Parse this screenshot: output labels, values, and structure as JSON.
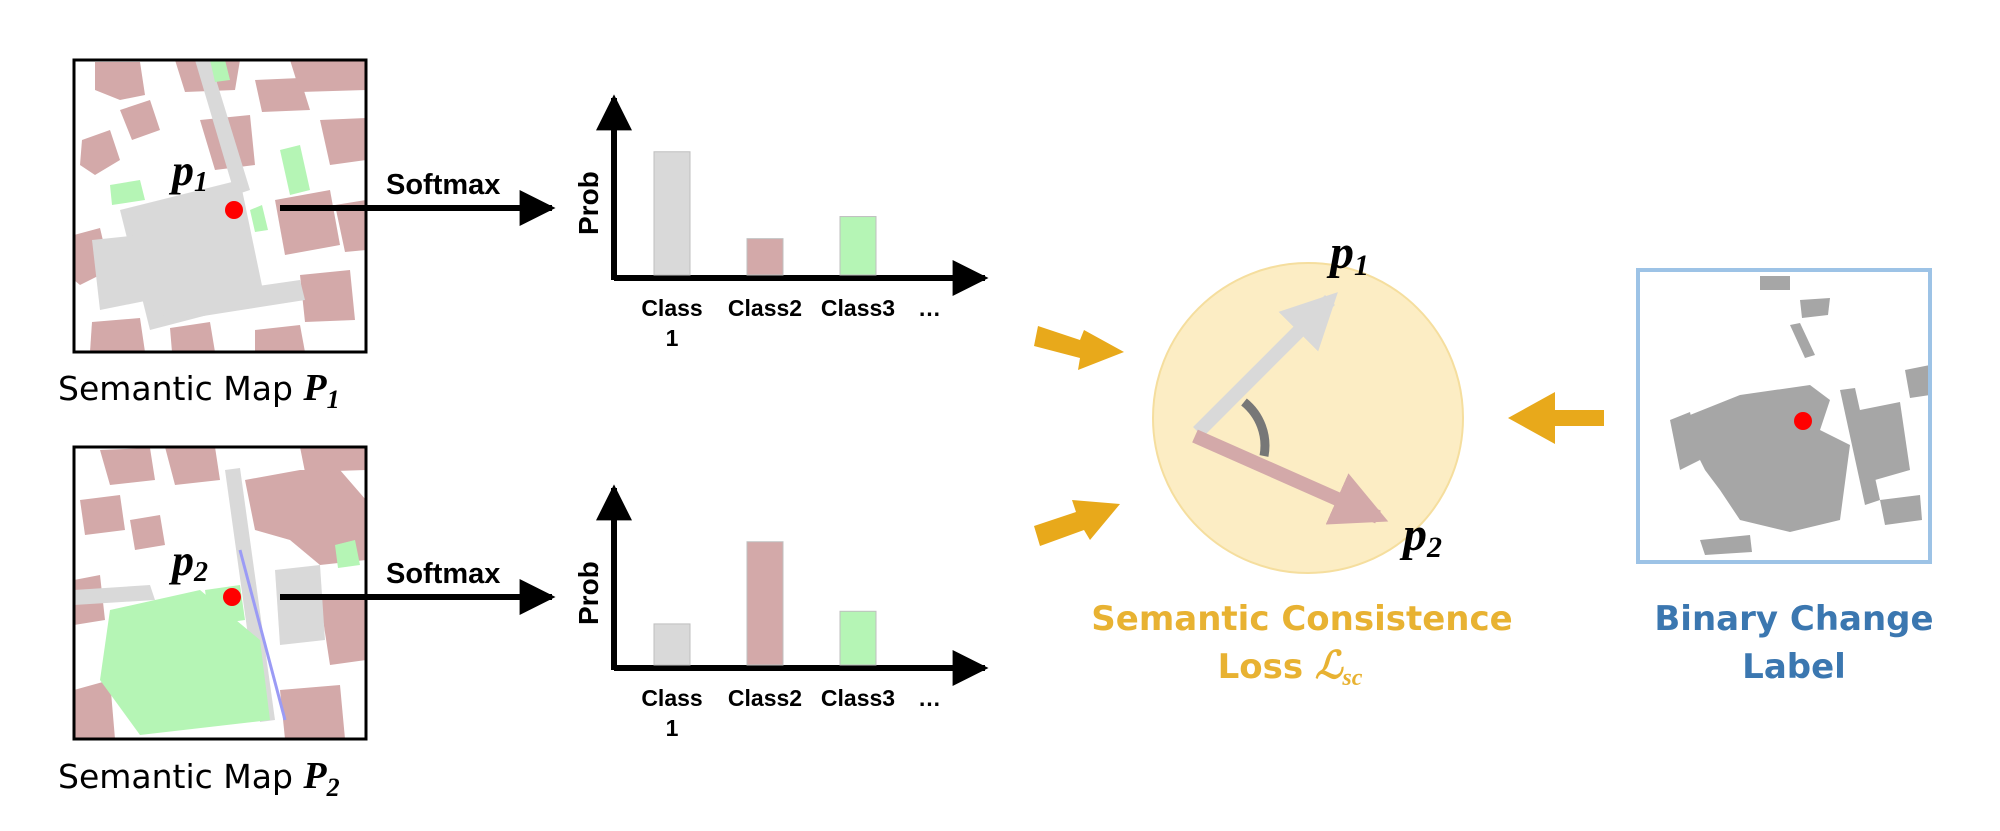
{
  "semantic_map_1": {
    "caption_prefix": "Semantic Map",
    "symbol": "P",
    "subscript": "1",
    "point_symbol": "p",
    "point_subscript": "1"
  },
  "semantic_map_2": {
    "caption_prefix": "Semantic Map",
    "symbol": "P",
    "subscript": "2",
    "point_symbol": "p",
    "point_subscript": "2"
  },
  "arrows": {
    "softmax_1": "Softmax",
    "softmax_2": "Softmax"
  },
  "chart_data": [
    {
      "type": "bar",
      "categories": [
        "Class 1",
        "Class2",
        "Class3"
      ],
      "ellipsis": "…",
      "values": [
        0.78,
        0.23,
        0.37
      ],
      "colors": [
        "#D9D9D9",
        "#D3A9A9",
        "#B5F5B5"
      ],
      "ylabel": "Prob",
      "xlabel": "",
      "ylim": [
        0,
        1
      ]
    },
    {
      "type": "bar",
      "categories": [
        "Class 1",
        "Class2",
        "Class3"
      ],
      "ellipsis": "…",
      "values": [
        0.26,
        0.78,
        0.34
      ],
      "colors": [
        "#D9D9D9",
        "#D3A9A9",
        "#B5F5B5"
      ],
      "ylabel": "Prob",
      "xlabel": "",
      "ylim": [
        0,
        1
      ]
    }
  ],
  "consistency": {
    "vector_1": {
      "symbol": "p",
      "subscript": "1",
      "color": "#D9D9D9"
    },
    "vector_2": {
      "symbol": "p",
      "subscript": "2",
      "color": "#D3A9A9"
    },
    "title_line1": "Semantic Consistence",
    "title_line2": "Loss",
    "loss_symbol": "ℒ",
    "loss_subscript": "sc",
    "circle_color": "#FCEDC4",
    "accent": "#E8A91B"
  },
  "binary_label": {
    "title_line1": "Binary Change",
    "title_line2": "Label",
    "border_color": "#9DC3E6",
    "text_color": "#3B77B0"
  },
  "colors": {
    "building": "#D3A9A9",
    "road": "#D9D9D9",
    "vegetation": "#B5F5B5",
    "change": "#A6A6A6",
    "point": "#FF0000"
  }
}
